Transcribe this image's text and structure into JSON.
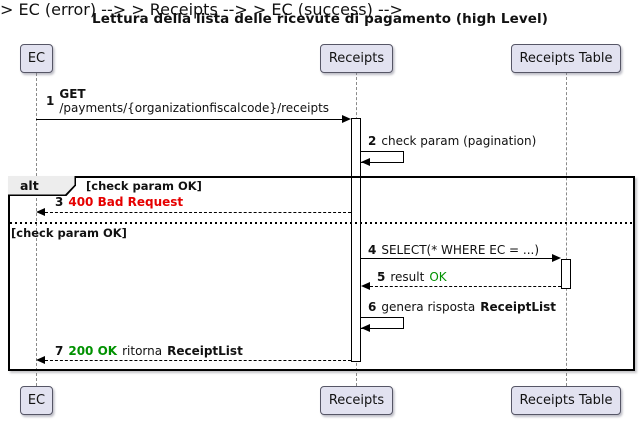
{
  "diagram": {
    "title": "Lettura della lista delle ricevute di pagamento (high Level)",
    "participants": {
      "ec": "EC",
      "receipts": "Receipts",
      "receipts_table": "Receipts Table"
    },
    "alt": {
      "operator": "alt",
      "condition_top": "[check param OK]",
      "condition_else": "[check param OK]"
    },
    "messages": {
      "m1": {
        "num": "1",
        "method": "GET",
        "path": "/payments/{organizationfiscalcode}/receipts"
      },
      "m2": {
        "num": "2",
        "text": "check param (pagination)"
      },
      "m3": {
        "num": "3",
        "error": "400 Bad Request"
      },
      "m4": {
        "num": "4",
        "text": "SELECT(* WHERE EC = ...)"
      },
      "m5": {
        "num": "5",
        "text": "result",
        "status": "OK"
      },
      "m6": {
        "num": "6",
        "text": "genera risposta",
        "payload": "ReceiptList"
      },
      "m7": {
        "num": "7",
        "status": "200 OK",
        "text": "ritorna",
        "payload": "ReceiptList"
      }
    },
    "colors": {
      "error_text": "#E60000",
      "success_text": "#009100",
      "participant_fill": "#E2E2F0",
      "participant_border": "#565666",
      "frame_border": "#000000",
      "lifeline": "#8A8A8A"
    }
  }
}
